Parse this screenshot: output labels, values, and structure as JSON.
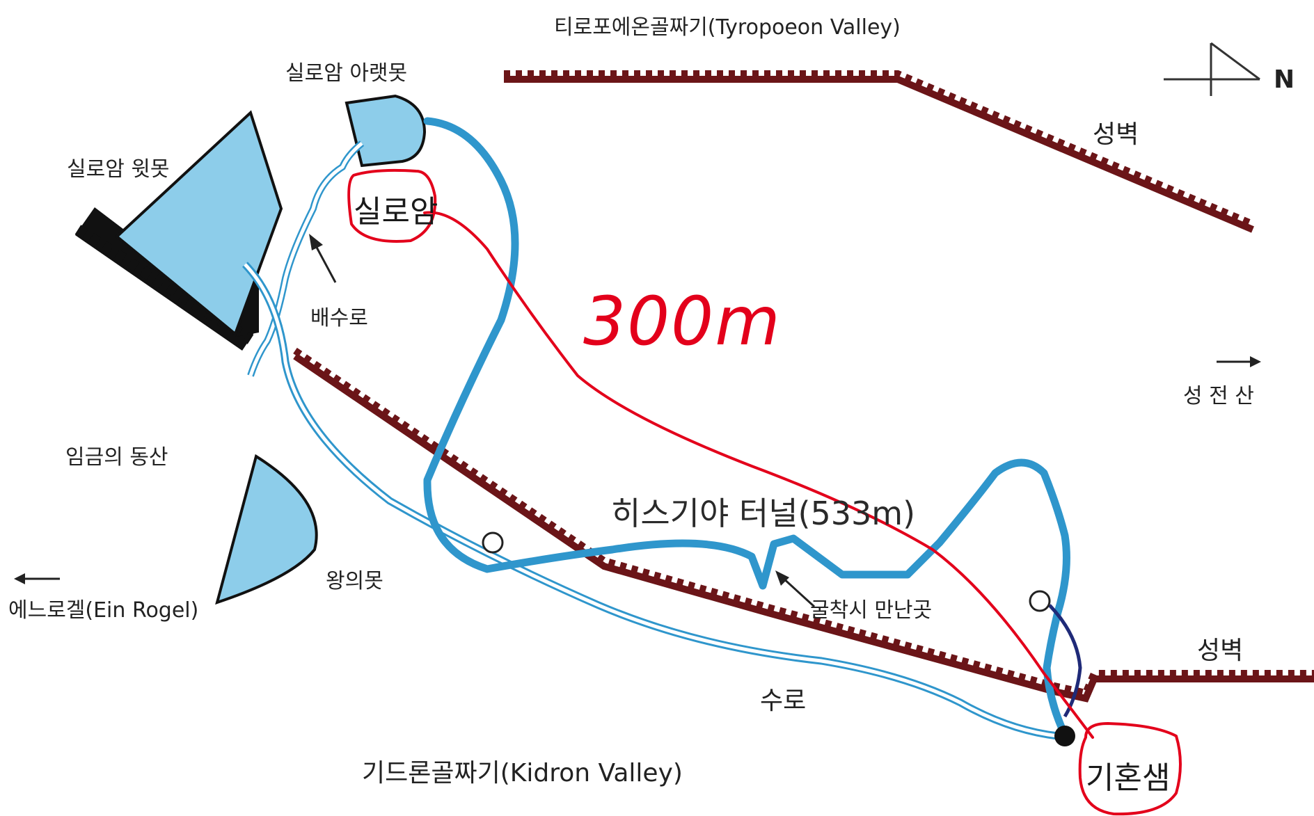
{
  "labels": {
    "tyropoeon": "티로포에온골짜기(Tyropoeon Valley)",
    "lower_pool": "실로암 아랫못",
    "upper_pool": "실로암 윗못",
    "siloam": "실로암",
    "drain": "배수로",
    "distance": "300m",
    "kings_garden": "임금의 동산",
    "kings_pool": "왕의못",
    "ein_rogel": "에느로겔(Ein Rogel)",
    "hezekiah_tunnel": "히스기야 터널(533m)",
    "meeting_point": "굴착시 만난곳",
    "channel": "수로",
    "kidron": "기드론골짜기(Kidron Valley)",
    "gihon": "기혼샘",
    "wall_upper": "성벽",
    "wall_lower": "성벽",
    "temple_mount": "성 전 산",
    "north": "N"
  },
  "colors": {
    "water": "#8dcdea",
    "tunnel": "#2f96cc",
    "wall": "#6b1518",
    "annotation": "#e3001b"
  }
}
